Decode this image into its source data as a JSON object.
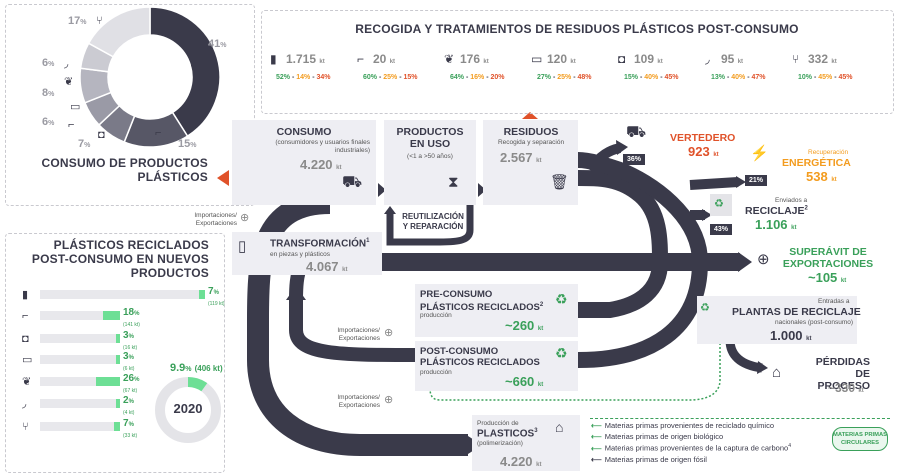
{
  "header": {
    "title": "RECOGIDA Y TRATAMIENTOS DE RESIDUOS PLÁSTICOS POST-CONSUMO"
  },
  "recycling_stats": [
    {
      "value": "1.715",
      "unit": "kt",
      "p1": "52%",
      "p2": "14%",
      "p3": "34%",
      "icon": "bottle-icon"
    },
    {
      "value": "20",
      "unit": "kt",
      "p1": "60%",
      "p2": "25%",
      "p3": "15%",
      "icon": "faucet-icon"
    },
    {
      "value": "176",
      "unit": "kt",
      "p1": "64%",
      "p2": "16%",
      "p3": "20%",
      "icon": "plant-icon"
    },
    {
      "value": "120",
      "unit": "kt",
      "p1": "27%",
      "p2": "25%",
      "p3": "48%",
      "icon": "computer-icon"
    },
    {
      "value": "109",
      "unit": "kt",
      "p1": "15%",
      "p2": "40%",
      "p3": "45%",
      "icon": "car-icon"
    },
    {
      "value": "95",
      "unit": "kt",
      "p1": "13%",
      "p2": "40%",
      "p3": "47%",
      "icon": "shoe-icon"
    },
    {
      "value": "332",
      "unit": "kt",
      "p1": "10%",
      "p2": "45%",
      "p3": "45%",
      "icon": "chair-icon"
    }
  ],
  "consumo_products": {
    "title_line1": "CONSUMO DE PRODUCTOS",
    "title_line2": "PLÁSTICOS",
    "slices": [
      {
        "label": "41",
        "pct": 41,
        "icon": "bottle-icon"
      },
      {
        "label": "15",
        "pct": 15,
        "icon": "car-icon"
      },
      {
        "label": "7",
        "pct": 7,
        "icon": "computer-icon"
      },
      {
        "label": "6",
        "pct": 6,
        "icon": "plant-icon"
      },
      {
        "label": "8",
        "pct": 8,
        "icon": "faucet-icon"
      },
      {
        "label": "6",
        "pct": 6,
        "icon": "shoe-icon"
      },
      {
        "label": "17",
        "pct": 17,
        "icon": "chair-icon"
      }
    ],
    "pct_sign": "%"
  },
  "recycled_products": {
    "title_line1": "PLÁSTICOS RECICLADOS",
    "title_line2": "POST-CONSUMO EN NUEVOS",
    "title_line3": "PRODUCTOS",
    "bars": [
      {
        "pct_value": 7,
        "label": "7",
        "sub": "(119 kt)",
        "icon": "bottle-icon"
      },
      {
        "pct_value": 18,
        "label": "18",
        "sub": "(141 kt)",
        "icon": "faucet-icon"
      },
      {
        "pct_value": 3,
        "label": "3",
        "sub": "(16 kt)",
        "icon": "car-icon"
      },
      {
        "pct_value": 3,
        "label": "3",
        "sub": "(6 kt)",
        "icon": "computer-icon"
      },
      {
        "pct_value": 26,
        "label": "26",
        "sub": "(67 kt)",
        "icon": "plant-icon"
      },
      {
        "pct_value": 2,
        "label": "2",
        "sub": "(4 kt)",
        "icon": "shoe-icon"
      },
      {
        "pct_value": 7,
        "label": "7",
        "sub": "(33 kt)",
        "icon": "chair-icon"
      }
    ],
    "pct_sign": "%",
    "total_label": "9.9",
    "total_sub": "(406 kt)",
    "total_pct_value": 9.9,
    "year": "2020"
  },
  "flow": {
    "consumo": {
      "title": "CONSUMO",
      "sub": "(consumidores y usuarios finales industriales)",
      "value": "4.220",
      "unit": "kt"
    },
    "uso": {
      "title1": "PRODUCTOS",
      "title2": "EN USO",
      "sub": "(<1 a >50 años)"
    },
    "residuos": {
      "title": "RESIDUOS",
      "sub": "Recogida y separación",
      "value": "2.567",
      "unit": "kt"
    },
    "reutilizacion": {
      "line1": "REUTILIZACIÓN",
      "line2": "Y REPARACIÓN"
    },
    "transformacion": {
      "title": "TRANSFORMACIÓN",
      "sup": "1",
      "sub": "en piezas y plásticos",
      "value": "4.067",
      "unit": "kt"
    },
    "import_export_1": {
      "line1": "Importaciones/",
      "line2": "Exportaciones"
    },
    "import_export_2": {
      "line1": "Importaciones/",
      "line2": "Exportaciones"
    },
    "import_export_3": {
      "line1": "Importaciones/",
      "line2": "Exportaciones"
    },
    "pre_consumo": {
      "line1": "PRE-CONSUMO",
      "line2": "PLÁSTICOS RECICLADOS",
      "sup": "2",
      "sub": "producción",
      "value": "~260",
      "unit": "kt"
    },
    "post_consumo": {
      "line1": "POST-CONSUMO",
      "line2": "PLÁSTICOS RECICLADOS",
      "sub": "producción",
      "value": "~660",
      "unit": "kt"
    },
    "plasticos": {
      "sub1": "Producción de",
      "title": "PLASTICOS",
      "sup": "3",
      "sub2": "(polimerización)",
      "value": "4.220",
      "unit": "kt"
    }
  },
  "outputs": {
    "vertedero": {
      "pct": "36%",
      "title": "VERTEDERO",
      "value": "923",
      "unit": "kt"
    },
    "energetica": {
      "pct": "21%",
      "sub": "Recuperación",
      "title": "ENERGÉTICA",
      "value": "538",
      "unit": "kt"
    },
    "reciclaje": {
      "pct": "43%",
      "sub": "Enviados a",
      "title": "RECICLAJE",
      "sup": "2",
      "value": "1.106",
      "unit": "kt"
    },
    "superavit": {
      "line1": "SUPERÁVIT DE",
      "line2": "EXPORTACIONES",
      "value": "~105",
      "unit": "kt"
    },
    "plantas": {
      "sub": "Entradas a",
      "title": "PLANTAS DE RECICLAJE",
      "sub2": "nacionales (post-consumo)",
      "value": "1.000",
      "unit": "kt"
    },
    "perdidas": {
      "line1": "PÉRDIDAS DE",
      "line2": "PROCESO",
      "value": "~330",
      "unit": "kt"
    }
  },
  "legend": {
    "items": [
      "Materias primas provenientes de reciclado químico",
      "Materias primas de origen biológico",
      "Materias primas provenientes de la captura de carbono",
      "Materias primas de origen fósil"
    ],
    "sup3": "4",
    "badge_line1": "MATERIAS PRIMAS",
    "badge_line2": "CIRCULARES"
  },
  "colors": {
    "dark": "#3a3a4a",
    "green": "#3aa05a",
    "mint": "#6ddf95",
    "orange": "#f39c1f",
    "red": "#e0522a",
    "panel": "#eeeef3"
  }
}
